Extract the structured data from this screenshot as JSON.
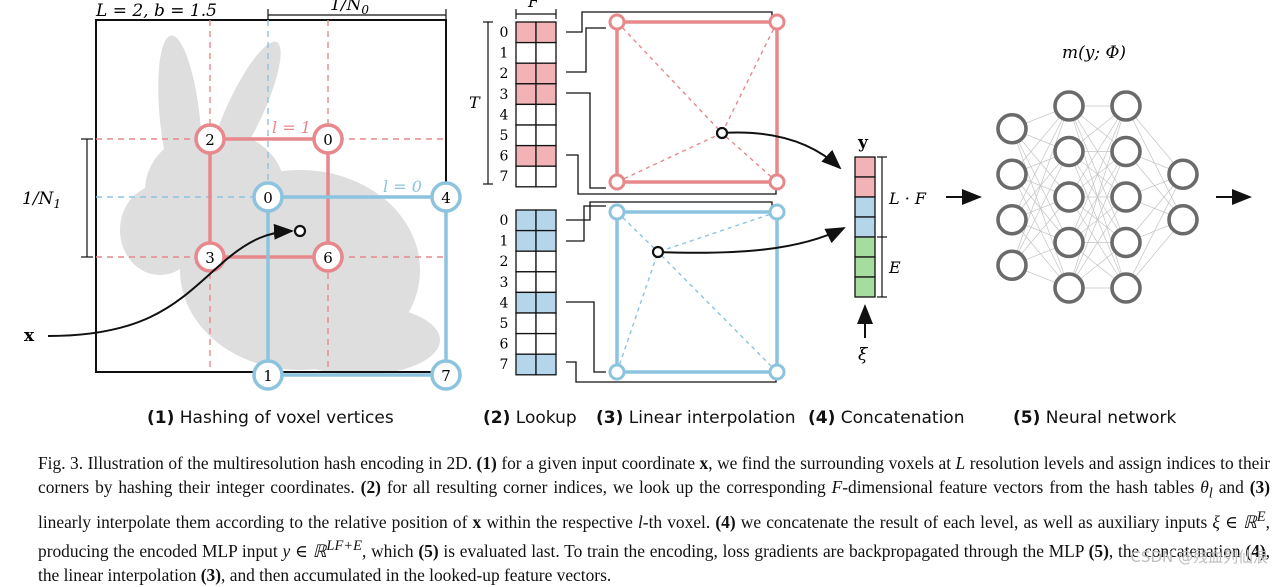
{
  "figure": {
    "params_label": "L = 2,   b = 1.5",
    "n0_label": "1/N",
    "n0_sub": "0",
    "n1_label": "1/N",
    "n1_sub": "1",
    "x_label": "x",
    "level1_label": "l = 1",
    "level0_label": "l = 0",
    "red_corners": [
      "2",
      "0",
      "3",
      "6"
    ],
    "blue_corners": [
      "0",
      "4",
      "1",
      "7"
    ],
    "table_F_label": "F",
    "table_T_label": "T",
    "table_indices": [
      "0",
      "1",
      "2",
      "3",
      "4",
      "5",
      "6",
      "7"
    ],
    "table_red_highlight": [
      0,
      2,
      3,
      6
    ],
    "table_blue_highlight": [
      0,
      1,
      4,
      7
    ],
    "y_label": "y",
    "LF_label": "L · F",
    "E_label": "E",
    "xi_label": "ξ",
    "mlp_label": "m(y; Φ)",
    "mlp_layers": [
      4,
      5,
      5,
      2
    ],
    "colors": {
      "red": "#e7888c",
      "red_fill": "#f1b3b5",
      "blue": "#8cc3df",
      "blue_fill": "#b5d6ea",
      "green_fill": "#a7dca0",
      "node": "#6a6a6a",
      "bunny": "#d6d6d6"
    }
  },
  "panels": [
    {
      "num": "(1)",
      "text": " Hashing of voxel vertices"
    },
    {
      "num": "(2)",
      "text": " Lookup"
    },
    {
      "num": "(3)",
      "text": " Linear interpolation"
    },
    {
      "num": "(4)",
      "text": " Concatenation"
    },
    {
      "num": "(5)",
      "text": " Neural network"
    }
  ],
  "caption": {
    "p1": "Fig. 3.  Illustration of the multiresolution hash encoding in 2D. ",
    "b1": "(1)",
    "p2": " for a given input coordinate ",
    "b2": "x",
    "p3": ", we find the surrounding voxels at ",
    "i1": "L",
    "p4": " resolution levels and assign indices to their corners by hashing their integer coordinates. ",
    "b3": "(2)",
    "p5": " for all resulting corner indices, we look up the corresponding ",
    "i2": "F",
    "p6": "-dimensional feature vectors from the hash tables ",
    "i3": "θ",
    "i3sub": "l",
    "p7": " and ",
    "b4": "(3)",
    "p8": " linearly interpolate them according to the relative position of ",
    "b5": "x",
    "p9": " within the respective ",
    "i4": "l",
    "p10": "-th voxel. ",
    "b6": "(4)",
    "p11": " we concatenate the result of each level, as well as auxiliary inputs ",
    "i5": "ξ ∈ ℝ",
    "i5sup": "E",
    "p12": ", producing the encoded MLP input ",
    "i6": "y ∈ ℝ",
    "i6sup": "LF+E",
    "p13": ", which ",
    "b7": "(5)",
    "p14": " is evaluated last. To train the encoding, loss gradients are backpropagated through the MLP ",
    "b8": "(5)",
    "p15": ", the concatenation ",
    "b9": "(4)",
    "p16": ", the linear interpolation ",
    "b10": "(3)",
    "p17": ", and then accumulated in the looked-up feature vectors."
  },
  "watermark": "CSDN @残血列仙浪"
}
